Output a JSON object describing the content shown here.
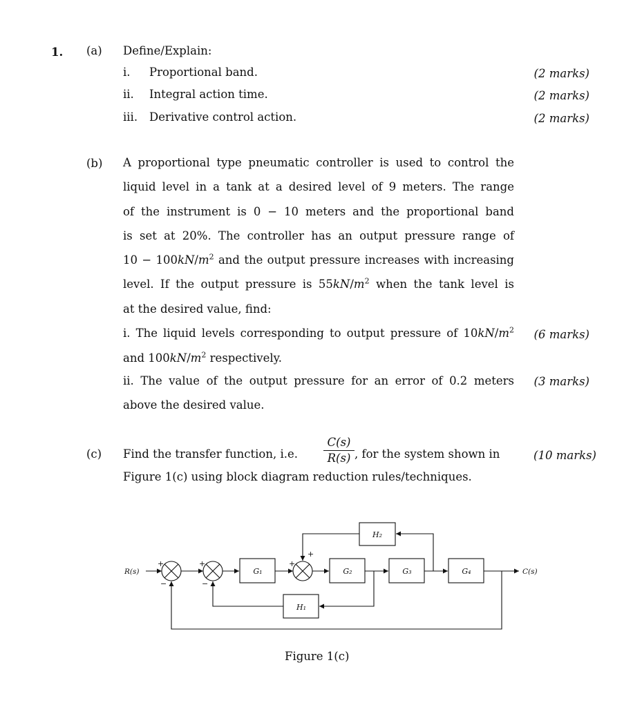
{
  "question": {
    "number": "1.",
    "part_a": {
      "label": "(a)",
      "heading": "Define/Explain:",
      "items": [
        {
          "num": "i.",
          "text": "Proportional band.",
          "marks": "(2 marks)"
        },
        {
          "num": "ii.",
          "text": "Integral action time.",
          "marks": "(2 marks)"
        },
        {
          "num": "iii.",
          "text": "Derivative control action.",
          "marks": "(2 marks)"
        }
      ]
    },
    "part_b": {
      "label": "(b)",
      "lines": [
        "A proportional type pneumatic controller is used to control the",
        "liquid level in a tank at a desired level of 9 meters. The range",
        "of the instrument is 0 − 10 meters and the proportional band",
        "is set at 20%. The controller has an output pressure range of"
      ],
      "line5_a": "10 − 100",
      "line5_kn": "kN",
      "line5_slash": "/",
      "line5_m": "m",
      "line5_exp": "2",
      "line5_b": " and the output pressure increases with increasing",
      "line6_a": "level. If the output pressure is 55",
      "line6_kn": "kN",
      "line6_slash": "/",
      "line6_m": "m",
      "line6_exp": "2",
      "line6_b": " when the tank level is",
      "line7": "at the desired value, find:",
      "sub_i": {
        "line1_a": "i. The liquid levels corresponding to output pressure of 10",
        "line1_kn": "kN",
        "line1_slash": "/",
        "line1_m": "m",
        "line1_exp": "2",
        "line2_a": "and 100",
        "line2_kn": "kN",
        "line2_slash": "/",
        "line2_m": "m",
        "line2_exp": "2",
        "line2_b": " respectively.",
        "marks": "(6 marks)"
      },
      "sub_ii": {
        "line1": "ii. The value of the output pressure for an error of 0.2 meters",
        "line2": "above the desired value.",
        "marks": "(3 marks)"
      }
    },
    "part_c": {
      "label": "(c)",
      "line1_a": "Find the transfer function, i.e.",
      "frac_num": "C(s)",
      "frac_den": "R(s)",
      "line1_b": ", for the system shown in",
      "line2": "Figure 1(c) using block diagram reduction rules/techniques.",
      "marks": "(10 marks)"
    }
  },
  "diagram": {
    "input": "R(s)",
    "output": "C(s)",
    "blocks": {
      "G1": "G₁",
      "G2": "G₂",
      "G3": "G₃",
      "G4": "G₄",
      "H1": "H₁",
      "H2": "H₂"
    },
    "signs": {
      "s1_plus": "+",
      "s1_minus": "−",
      "s2_plus": "+",
      "s2_minus": "−",
      "s3_plus_left": "+",
      "s3_plus_top": "+"
    },
    "caption": "Figure 1(c)"
  }
}
